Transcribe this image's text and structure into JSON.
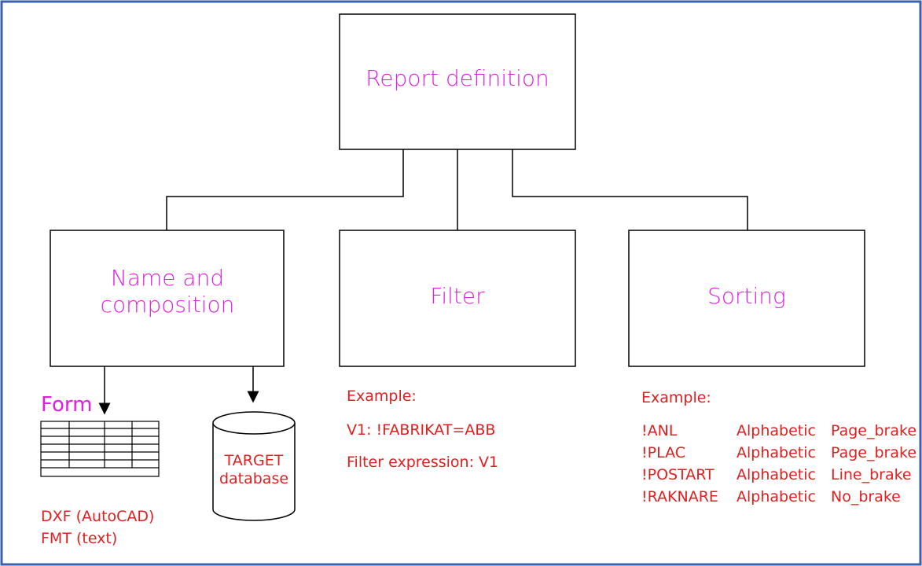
{
  "boxes": {
    "report_definition": "Report definition",
    "name_composition_line1": "Name and",
    "name_composition_line2": "composition",
    "filter": "Filter",
    "sorting": "Sorting"
  },
  "form": {
    "label": "Form",
    "formats": [
      "DXF (AutoCAD)",
      "FMT (text)"
    ]
  },
  "database": {
    "line1": "TARGET",
    "line2": "database"
  },
  "filter_example": {
    "heading": "Example:",
    "lines": [
      "V1: !FABRIKAT=ABB",
      "Filter expression: V1"
    ]
  },
  "sorting_example": {
    "heading": "Example:",
    "rows": [
      {
        "field": "!ANL",
        "order": "Alphabetic",
        "brake": "Page_brake"
      },
      {
        "field": "!PLAC",
        "order": "Alphabetic",
        "brake": "Page_brake"
      },
      {
        "field": "!POSTART",
        "order": "Alphabetic",
        "brake": "Line_brake"
      },
      {
        "field": "!RAKNARE",
        "order": "Alphabetic",
        "brake": "No_brake"
      }
    ]
  },
  "colors": {
    "title_text": "#e020e0",
    "note_text": "#e02020",
    "frame": "#3b62a8",
    "lines": "#000000"
  }
}
